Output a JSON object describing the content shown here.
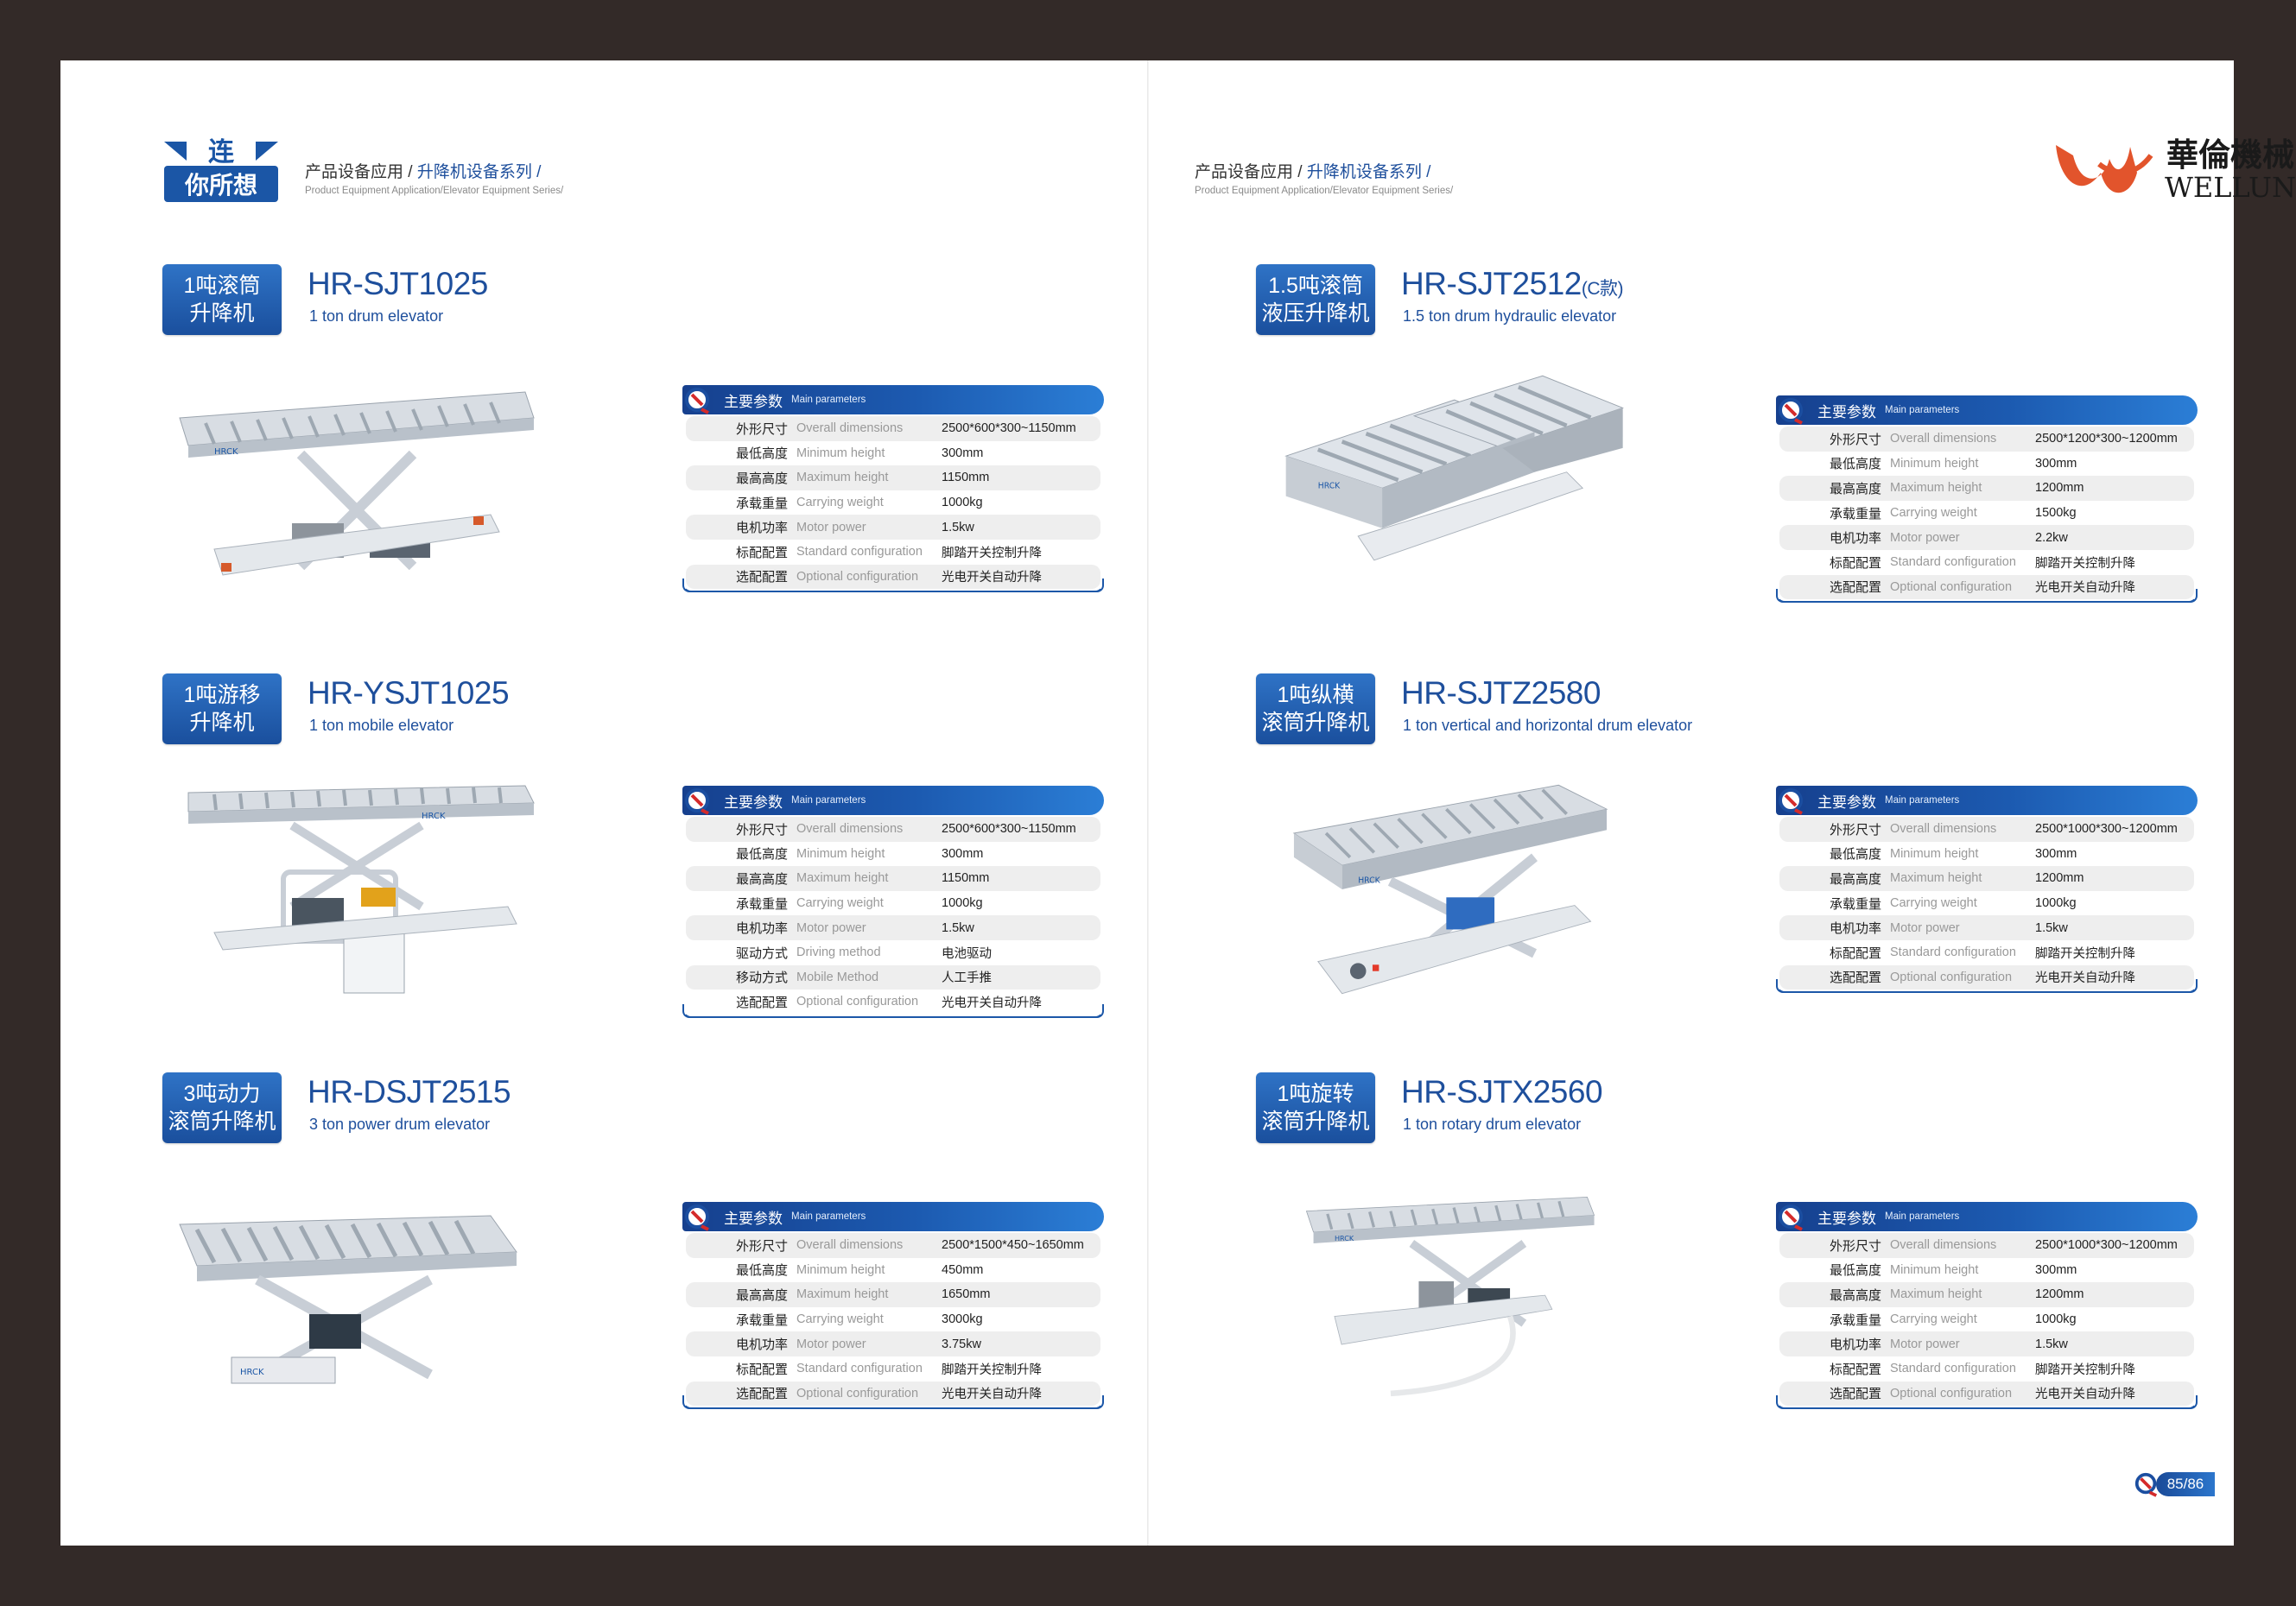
{
  "left_page": {
    "logo": {
      "line1": "连",
      "line2": "你所想"
    },
    "breadcrumb": {
      "cn_a": "产品设备应用 / ",
      "cn_b": "升降机设备系列",
      "cn_c": " /",
      "en": "Product Equipment Application/Elevator Equipment Series/"
    },
    "products": [
      {
        "badge": [
          "1吨滚筒",
          "升降机"
        ],
        "model_prefix": "HR-",
        "model_code": "SJT1025",
        "model_suffix": "",
        "english_name": "1 ton drum elevator",
        "params_title_cn": "主要参数",
        "params_title_en": "Main parameters",
        "params": [
          {
            "cn": "外形尺寸",
            "en": "Overall dimensions",
            "value": "2500*600*300~1150mm"
          },
          {
            "cn": "最低高度",
            "en": "Minimum height",
            "value": "300mm"
          },
          {
            "cn": "最高高度",
            "en": "Maximum height",
            "value": "1150mm"
          },
          {
            "cn": "承载重量",
            "en": "Carrying weight",
            "value": "1000kg"
          },
          {
            "cn": "电机功率",
            "en": "Motor power",
            "value": "1.5kw"
          },
          {
            "cn": "标配配置",
            "en": "Standard configuration",
            "value": "脚踏开关控制升降"
          },
          {
            "cn": "选配配置",
            "en": "Optional configuration",
            "value": "光电开关自动升降"
          }
        ]
      },
      {
        "badge": [
          "1吨游移",
          "升降机"
        ],
        "model_prefix": "HR-",
        "model_code": "YSJT1025",
        "model_suffix": "",
        "english_name": "1 ton mobile elevator",
        "params_title_cn": "主要参数",
        "params_title_en": "Main parameters",
        "params": [
          {
            "cn": "外形尺寸",
            "en": "Overall dimensions",
            "value": "2500*600*300~1150mm"
          },
          {
            "cn": "最低高度",
            "en": "Minimum height",
            "value": "300mm"
          },
          {
            "cn": "最高高度",
            "en": "Maximum height",
            "value": "1150mm"
          },
          {
            "cn": "承载重量",
            "en": "Carrying weight",
            "value": "1000kg"
          },
          {
            "cn": "电机功率",
            "en": "Motor power",
            "value": "1.5kw"
          },
          {
            "cn": "驱动方式",
            "en": "Driving method",
            "value": "电池驱动"
          },
          {
            "cn": "移动方式",
            "en": "Mobile Method",
            "value": "人工手推"
          },
          {
            "cn": "选配配置",
            "en": "Optional configuration",
            "value": "光电开关自动升降"
          }
        ]
      },
      {
        "badge": [
          "3吨动力",
          "滚筒升降机"
        ],
        "model_prefix": "HR-",
        "model_code": "DSJT2515",
        "model_suffix": "",
        "english_name": "3 ton power drum elevator",
        "params_title_cn": "主要参数",
        "params_title_en": "Main parameters",
        "params": [
          {
            "cn": "外形尺寸",
            "en": "Overall dimensions",
            "value": "2500*1500*450~1650mm"
          },
          {
            "cn": "最低高度",
            "en": "Minimum height",
            "value": "450mm"
          },
          {
            "cn": "最高高度",
            "en": "Maximum height",
            "value": "1650mm"
          },
          {
            "cn": "承载重量",
            "en": "Carrying weight",
            "value": "3000kg"
          },
          {
            "cn": "电机功率",
            "en": "Motor power",
            "value": "3.75kw"
          },
          {
            "cn": "标配配置",
            "en": "Standard configuration",
            "value": "脚踏开关控制升降"
          },
          {
            "cn": "选配配置",
            "en": "Optional configuration",
            "value": "光电开关自动升降"
          }
        ]
      }
    ]
  },
  "right_page": {
    "logo": {
      "cn": "華倫機械",
      "en": "WELLUN"
    },
    "breadcrumb": {
      "cn_a": "产品设备应用 / ",
      "cn_b": "升降机设备系列",
      "cn_c": " /",
      "en": "Product Equipment Application/Elevator Equipment Series/"
    },
    "products": [
      {
        "badge": [
          "1.5吨滚筒",
          "液压升降机"
        ],
        "model_prefix": "HR-",
        "model_code": "SJT2512",
        "model_suffix": "(C款)",
        "english_name": "1.5 ton drum hydraulic elevator",
        "params_title_cn": "主要参数",
        "params_title_en": "Main parameters",
        "params": [
          {
            "cn": "外形尺寸",
            "en": "Overall dimensions",
            "value": "2500*1200*300~1200mm"
          },
          {
            "cn": "最低高度",
            "en": "Minimum height",
            "value": "300mm"
          },
          {
            "cn": "最高高度",
            "en": "Maximum height",
            "value": "1200mm"
          },
          {
            "cn": "承载重量",
            "en": "Carrying weight",
            "value": "1500kg"
          },
          {
            "cn": "电机功率",
            "en": "Motor power",
            "value": "2.2kw"
          },
          {
            "cn": "标配配置",
            "en": "Standard configuration",
            "value": "脚踏开关控制升降"
          },
          {
            "cn": "选配配置",
            "en": "Optional configuration",
            "value": "光电开关自动升降"
          }
        ]
      },
      {
        "badge": [
          "1吨纵横",
          "滚筒升降机"
        ],
        "model_prefix": "HR-",
        "model_code": "SJTZ2580",
        "model_suffix": "",
        "english_name": "1 ton vertical and horizontal drum elevator",
        "params_title_cn": "主要参数",
        "params_title_en": "Main parameters",
        "params": [
          {
            "cn": "外形尺寸",
            "en": "Overall dimensions",
            "value": "2500*1000*300~1200mm"
          },
          {
            "cn": "最低高度",
            "en": "Minimum height",
            "value": "300mm"
          },
          {
            "cn": "最高高度",
            "en": "Maximum height",
            "value": "1200mm"
          },
          {
            "cn": "承载重量",
            "en": "Carrying weight",
            "value": "1000kg"
          },
          {
            "cn": "电机功率",
            "en": "Motor power",
            "value": "1.5kw"
          },
          {
            "cn": "标配配置",
            "en": "Standard configuration",
            "value": "脚踏开关控制升降"
          },
          {
            "cn": "选配配置",
            "en": "Optional configuration",
            "value": "光电开关自动升降"
          }
        ]
      },
      {
        "badge": [
          "1吨旋转",
          "滚筒升降机"
        ],
        "model_prefix": "HR-",
        "model_code": "SJTX2560",
        "model_suffix": "",
        "english_name": "1 ton rotary drum elevator",
        "params_title_cn": "主要参数",
        "params_title_en": "Main parameters",
        "params": [
          {
            "cn": "外形尺寸",
            "en": "Overall dimensions",
            "value": "2500*1000*300~1200mm"
          },
          {
            "cn": "最低高度",
            "en": "Minimum height",
            "value": "300mm"
          },
          {
            "cn": "最高高度",
            "en": "Maximum height",
            "value": "1200mm"
          },
          {
            "cn": "承载重量",
            "en": "Carrying weight",
            "value": "1000kg"
          },
          {
            "cn": "电机功率",
            "en": "Motor power",
            "value": "1.5kw"
          },
          {
            "cn": "标配配置",
            "en": "Standard configuration",
            "value": "脚踏开关控制升降"
          },
          {
            "cn": "选配配置",
            "en": "Optional configuration",
            "value": "光电开关自动升降"
          }
        ]
      }
    ],
    "page_number": "85/86"
  },
  "machine_brand": "HRCK"
}
